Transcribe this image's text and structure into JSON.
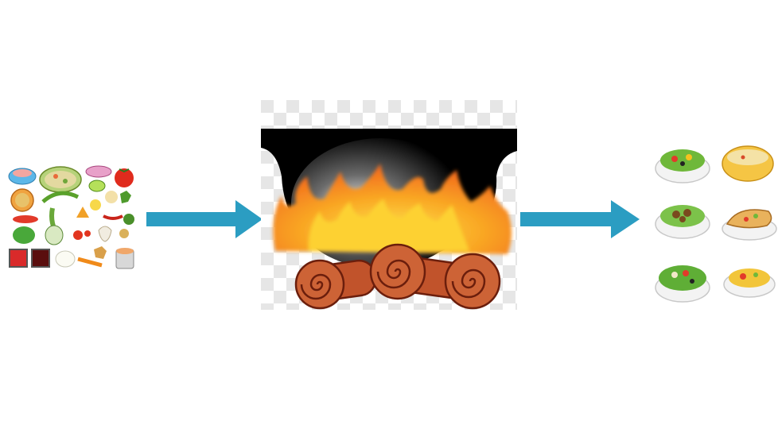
{
  "diagram": {
    "stages": [
      {
        "id": "ingredients",
        "icon": "raw-ingredients-icon"
      },
      {
        "id": "cooking",
        "icon": "pot-over-fire-icon"
      },
      {
        "id": "dishes",
        "icon": "prepared-dishes-icon"
      }
    ],
    "connectors": [
      {
        "from": "ingredients",
        "to": "cooking"
      },
      {
        "from": "cooking",
        "to": "dishes"
      }
    ]
  },
  "colors": {
    "arrow": "#2b9dc2",
    "pot": "#000000",
    "flame_outer": "#f6891f",
    "flame_inner": "#fbd41b",
    "log": "#c1532b",
    "log_outline": "#6b1e0c",
    "checker": "#e6e6e6"
  }
}
